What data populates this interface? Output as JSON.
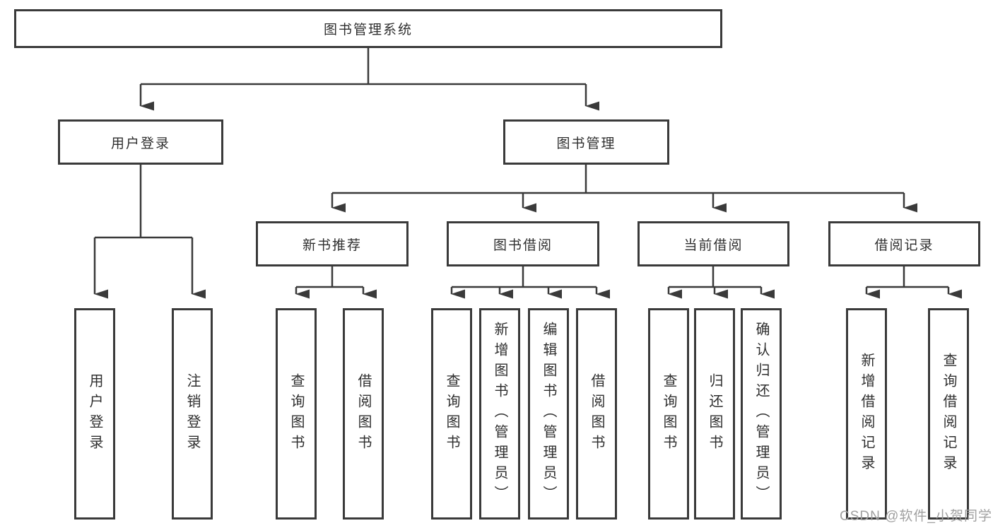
{
  "diagram": {
    "title": "图书管理系统",
    "root": {
      "label": "图书管理系统"
    },
    "level2": [
      {
        "label": "用户登录"
      },
      {
        "label": "图书管理"
      }
    ],
    "level3": [
      {
        "label": "新书推荐",
        "parent": "图书管理"
      },
      {
        "label": "图书借阅",
        "parent": "图书管理"
      },
      {
        "label": "当前借阅",
        "parent": "图书管理"
      },
      {
        "label": "借阅记录",
        "parent": "图书管理"
      }
    ],
    "functions": [
      {
        "label": "用户登录",
        "parent": "用户登录"
      },
      {
        "label": "注销登录",
        "parent": "用户登录"
      },
      {
        "label": "查询图书",
        "parent": "新书推荐"
      },
      {
        "label": "借阅图书",
        "parent": "新书推荐"
      },
      {
        "label": "查询图书",
        "parent": "图书借阅"
      },
      {
        "label": "新增图书（管理员）",
        "parent": "图书借阅"
      },
      {
        "label": "编辑图书（管理员）",
        "parent": "图书借阅"
      },
      {
        "label": "借阅图书",
        "parent": "图书借阅"
      },
      {
        "label": "查询图书",
        "parent": "当前借阅"
      },
      {
        "label": "归还图书",
        "parent": "当前借阅"
      },
      {
        "label": "确认归还（管理员）",
        "parent": "当前借阅"
      },
      {
        "label": "新增借阅记录",
        "parent": "借阅记录"
      },
      {
        "label": "查询借阅记录",
        "parent": "借阅记录"
      }
    ],
    "colors": {
      "line": "#3a3a3a",
      "text": "#2f2f2f",
      "watermark": "#a0a0a0",
      "background": "#ffffff"
    }
  },
  "watermark": "CSDN @软件_小贺同学"
}
